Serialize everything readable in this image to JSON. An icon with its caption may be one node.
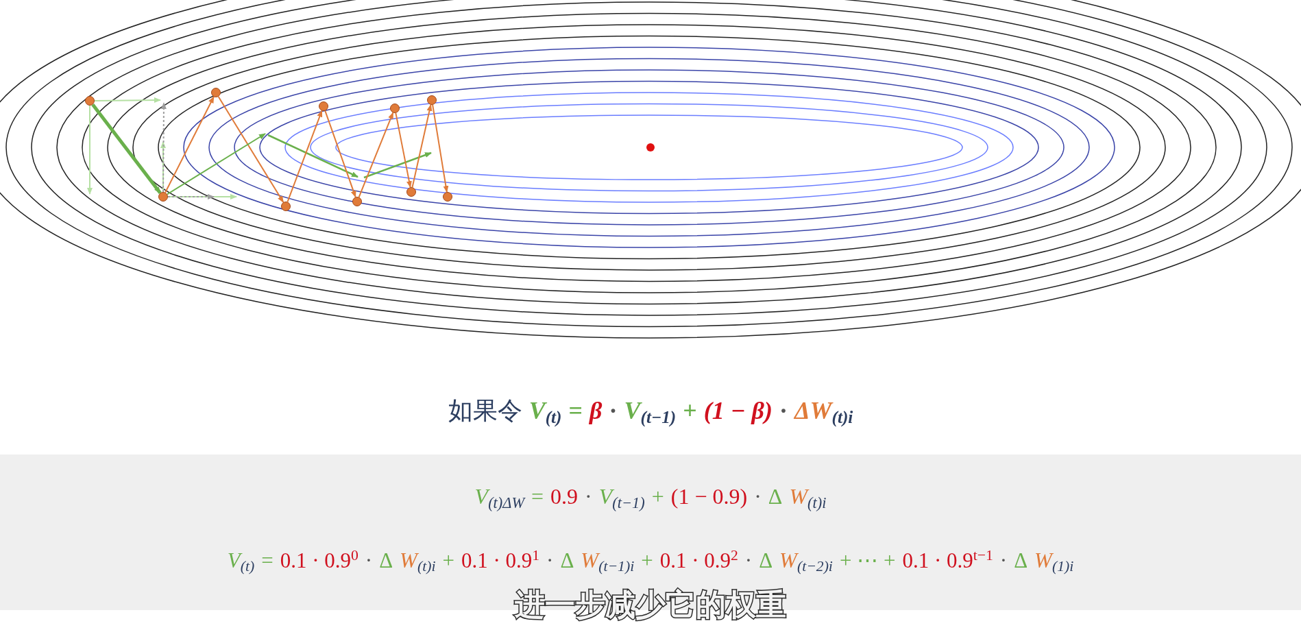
{
  "diagram": {
    "nodes": [
      {
        "text": [],
        "shape": "circle"
      },
      {
        "text": [],
        "shape": "circle"
      },
      {
        "text": [],
        "shape": "circle"
      },
      {
        "text": [],
        "shape": "circle"
      },
      {
        "text": [],
        "shape": "circle"
      },
      {
        "text": [],
        "shape": "circle"
      },
      {
        "text": [],
        "shape": "circle"
      },
      {
        "text": [],
        "shape": "circle"
      },
      {
        "text": [],
        "shape": "circle"
      },
      {
        "text": [],
        "shape": "circle"
      }
    ],
    "edges": [
      {
        "from": 0,
        "to": 1,
        "arrow": "to",
        "style": "thick",
        "color": "#6ab04c"
      },
      {
        "from": 1,
        "to": 2,
        "arrow": "to"
      },
      {
        "from": 2,
        "to": 3,
        "arrow": "to"
      },
      {
        "from": 3,
        "to": 4,
        "arrow": "to"
      },
      {
        "from": 4,
        "to": 5,
        "arrow": "to"
      },
      {
        "from": 5,
        "to": 6,
        "arrow": "to"
      },
      {
        "from": 6,
        "to": 7,
        "arrow": "to"
      },
      {
        "from": 7,
        "to": 8,
        "arrow": "to"
      },
      {
        "from": 8,
        "to": 9,
        "arrow": "to"
      },
      {
        "from": 0,
        "to": null,
        "arrow": "to",
        "color": "#b5e0a3"
      },
      {
        "from": 0,
        "to": null,
        "arrow": "to",
        "color": "#b5e0a3"
      },
      {
        "from": 1,
        "to": null,
        "arrow": "to",
        "color": "#b5e0a3"
      },
      {
        "from": 1,
        "to": null,
        "arrow": "to",
        "color": "#b5e0a3"
      },
      {
        "from": 1,
        "to": null,
        "arrow": "to",
        "style": "dashed",
        "color": "#9e9e9e"
      },
      {
        "from": 1,
        "to": null,
        "arrow": "to",
        "style": "dashed",
        "color": "#9e9e9e"
      },
      {
        "from": 1,
        "to": null,
        "arrow": "to",
        "color": "#6ab04c"
      }
    ],
    "labels": [
      "如果令",
      "V$_{(t)}$",
      "=",
      "β",
      "·",
      "V$_{(t−1)}$",
      "+",
      "(1 − β)",
      "·",
      "ΔW$_{(t)i}$",
      "V$_{(t)ΔW}$",
      "=",
      "0.9",
      "·",
      "V$_{(t−1)}$",
      "+",
      "(1 − 0.9)",
      "·",
      "Δ",
      "W$_{(t)i}$",
      "V$_{(t)}$",
      "=",
      "0.1 · 0.9$^{0}$",
      "·",
      "Δ",
      "W$_{(t)i}$",
      "+",
      "0.1 · 0.9$^{1}$",
      "·",
      "Δ",
      "W$_{(t−1)i}$",
      "+",
      "0.1 · 0.9$^{2}$",
      "·",
      "Δ",
      "W$_{(t−2)i}$",
      "+ ⋯ +",
      "0.1 · 0.9$^{t−1}$",
      "·",
      "Δ",
      "W$_{(1)i}$",
      "进一步减少它的权重"
    ]
  }
}
